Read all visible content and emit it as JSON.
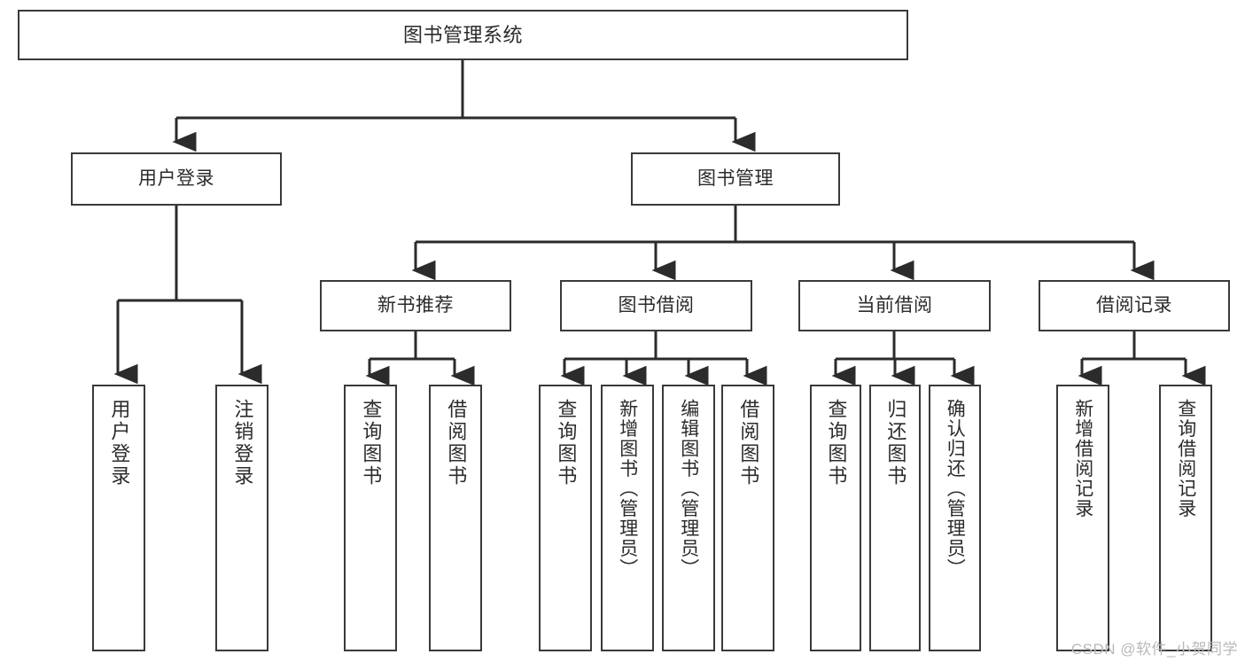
{
  "diagram": {
    "type": "tree-hierarchy",
    "title": "图书管理系统",
    "watermark": "CSDN @软件_小贺同学",
    "colors": {
      "background": "#ffffff",
      "box_border": "#3a3a3a",
      "box_fill": "#ffffff",
      "text": "#2b2b2b",
      "connector": "#2b2b2b",
      "watermark": "#b9b9b9"
    },
    "nodes": {
      "root": {
        "label": "图书管理系统"
      },
      "level2": [
        {
          "id": "user-login",
          "label": "用户登录"
        },
        {
          "id": "book-manage",
          "label": "图书管理"
        }
      ],
      "level3": [
        {
          "id": "new-book-recommend",
          "label": "新书推荐"
        },
        {
          "id": "book-borrow",
          "label": "图书借阅"
        },
        {
          "id": "current-borrow",
          "label": "当前借阅"
        },
        {
          "id": "borrow-record",
          "label": "借阅记录"
        }
      ],
      "leaves": [
        {
          "id": "leaf-user-login",
          "label": "用户登录",
          "parent": "user-login"
        },
        {
          "id": "leaf-logout",
          "label": "注销登录",
          "parent": "user-login"
        },
        {
          "id": "leaf-query-book-1",
          "label": "查询图书",
          "parent": "new-book-recommend"
        },
        {
          "id": "leaf-borrow-book-1",
          "label": "借阅图书",
          "parent": "new-book-recommend"
        },
        {
          "id": "leaf-query-book-2",
          "label": "查询图书",
          "parent": "book-borrow"
        },
        {
          "id": "leaf-add-book",
          "label": "新增图书（管理员）",
          "parent": "book-borrow"
        },
        {
          "id": "leaf-edit-book",
          "label": "编辑图书（管理员）",
          "parent": "book-borrow"
        },
        {
          "id": "leaf-borrow-book-2",
          "label": "借阅图书",
          "parent": "book-borrow"
        },
        {
          "id": "leaf-query-book-3",
          "label": "查询图书",
          "parent": "current-borrow"
        },
        {
          "id": "leaf-return-book",
          "label": "归还图书",
          "parent": "current-borrow"
        },
        {
          "id": "leaf-confirm-return",
          "label": "确认归还（管理员）",
          "parent": "current-borrow"
        },
        {
          "id": "leaf-add-record",
          "label": "新增借阅记录",
          "parent": "borrow-record"
        },
        {
          "id": "leaf-query-record",
          "label": "查询借阅记录",
          "parent": "borrow-record"
        }
      ]
    }
  }
}
